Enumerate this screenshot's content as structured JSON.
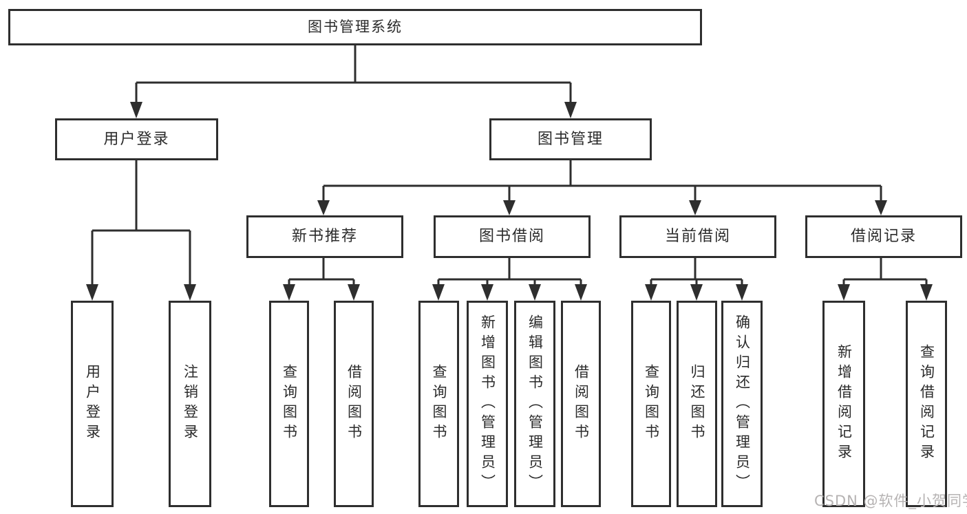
{
  "page": {
    "watermark": "CSDN @软件_小贺同学"
  },
  "colors": {
    "line": "#2e2e2e",
    "box_border": "#2e2e2e",
    "text": "#2b2b2b",
    "watermark": "#b6b3b3",
    "background": "#ffffff"
  },
  "tree": {
    "root": {
      "label": "图书管理系统"
    },
    "branches": [
      {
        "label": "用户登录",
        "leaves": [
          {
            "label": "用户登录"
          },
          {
            "label": "注销登录"
          }
        ]
      },
      {
        "label": "图书管理",
        "groups": [
          {
            "label": "新书推荐",
            "leaves": [
              {
                "label": "查询图书"
              },
              {
                "label": "借阅图书"
              }
            ]
          },
          {
            "label": "图书借阅",
            "leaves": [
              {
                "label": "查询图书"
              },
              {
                "label": "新增图书（管理员）"
              },
              {
                "label": "编辑图书（管理员）"
              },
              {
                "label": "借阅图书"
              }
            ]
          },
          {
            "label": "当前借阅",
            "leaves": [
              {
                "label": "查询图书"
              },
              {
                "label": "归还图书"
              },
              {
                "label": "确认归还（管理员）"
              }
            ]
          },
          {
            "label": "借阅记录",
            "leaves": [
              {
                "label": "新增借阅记录"
              },
              {
                "label": "查询借阅记录"
              }
            ]
          }
        ]
      }
    ]
  }
}
